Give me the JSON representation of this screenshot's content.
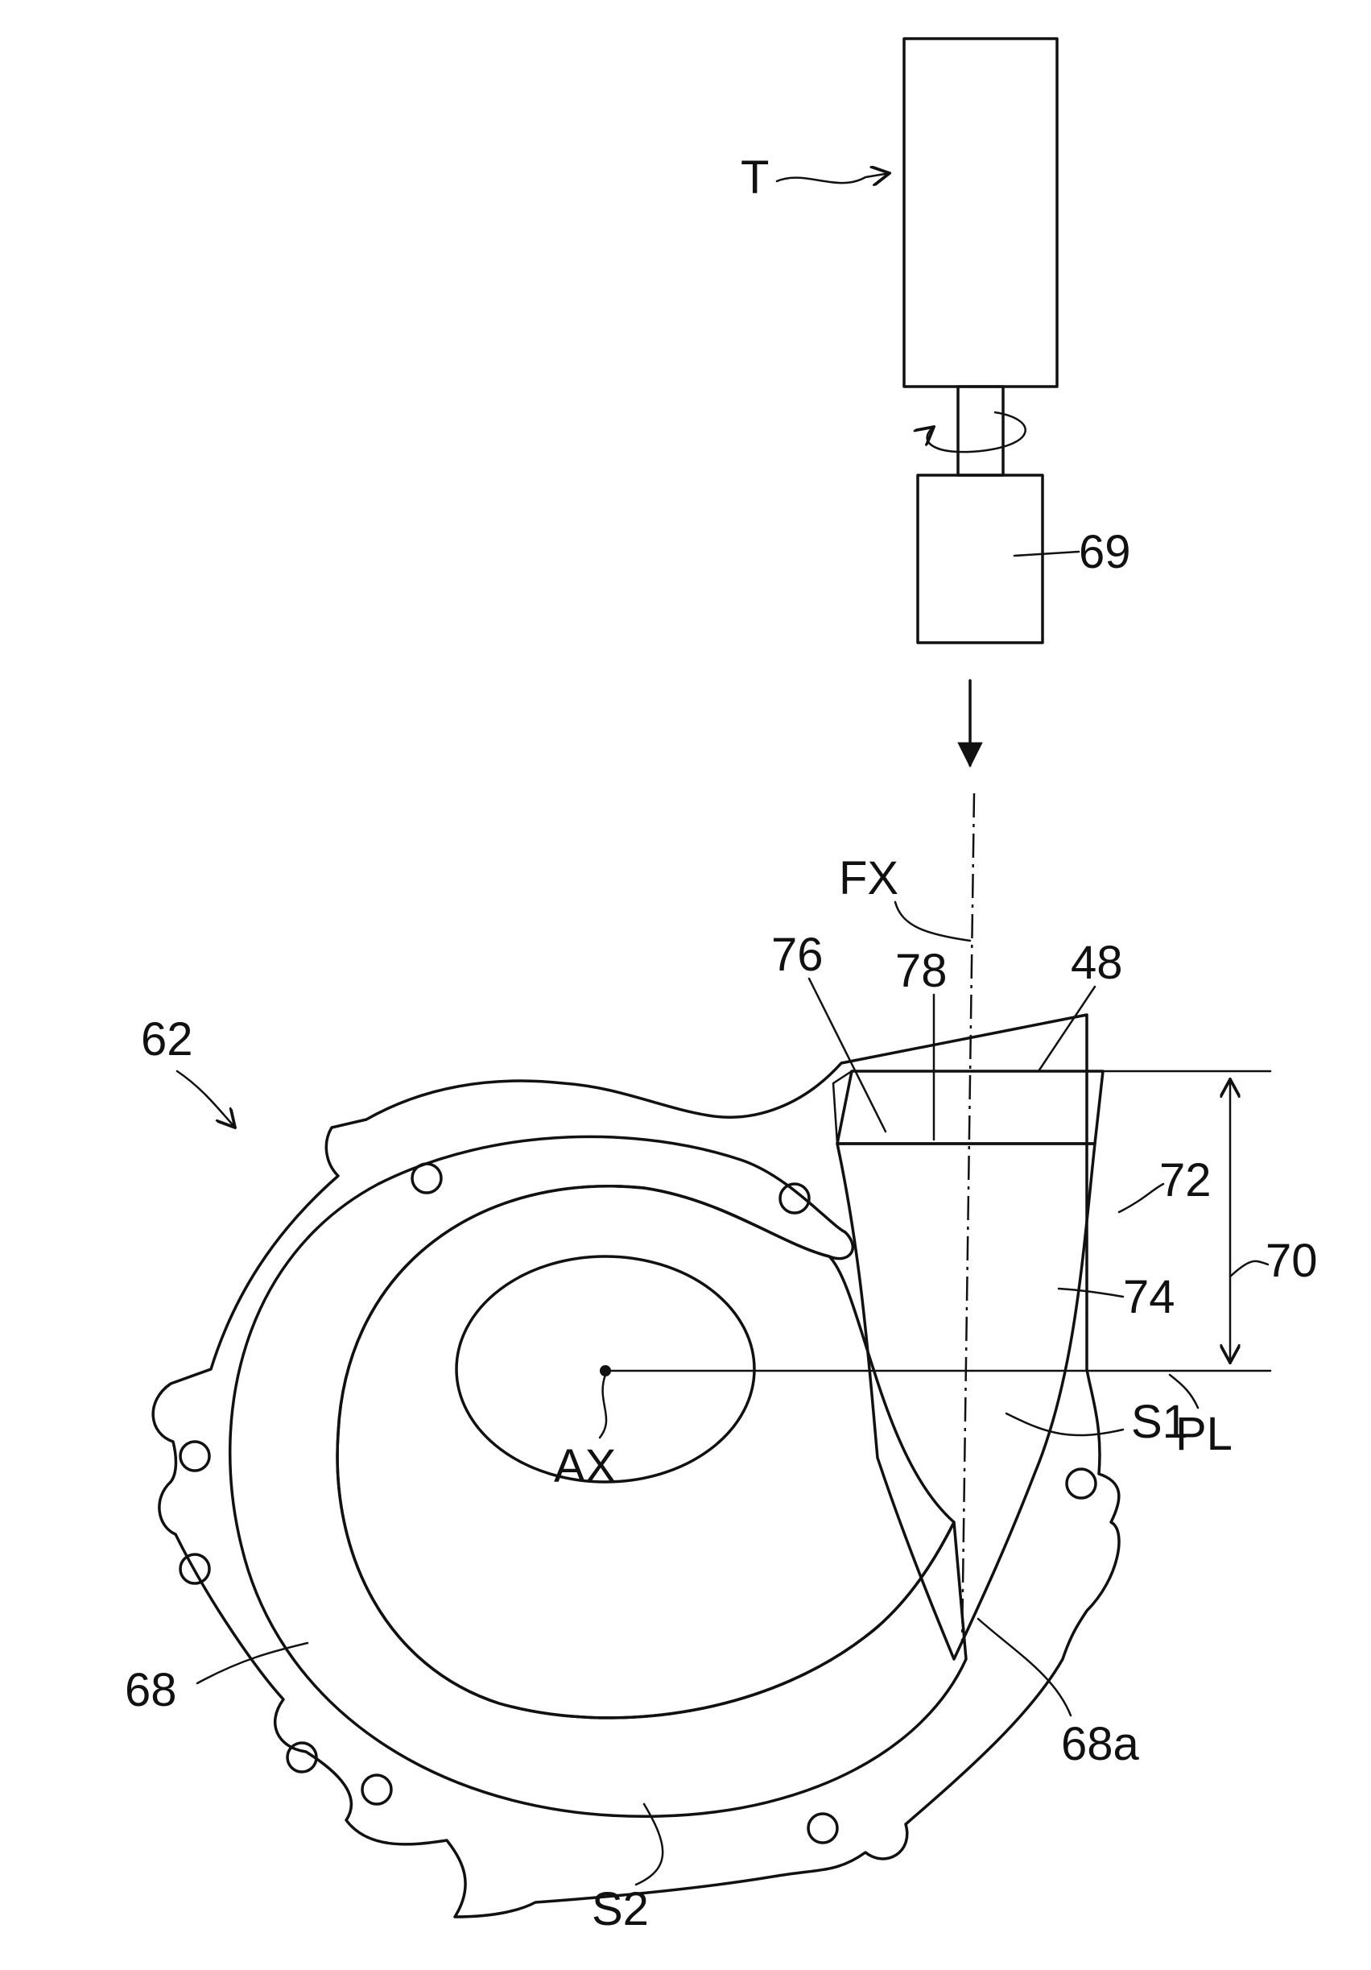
{
  "labels": {
    "tool": "T",
    "tool_head": "69",
    "axis_fx": "FX",
    "part_76": "76",
    "part_78": "78",
    "part_48": "48",
    "housing": "62",
    "part_72": "72",
    "span_70": "70",
    "part_74": "74",
    "region_s1": "S1",
    "axis_ax": "AX",
    "plane_pl": "PL",
    "passage_68": "68",
    "passage_68a": "68a",
    "region_s2": "S2"
  },
  "colors": {
    "line": "#111111",
    "background": "#ffffff"
  }
}
